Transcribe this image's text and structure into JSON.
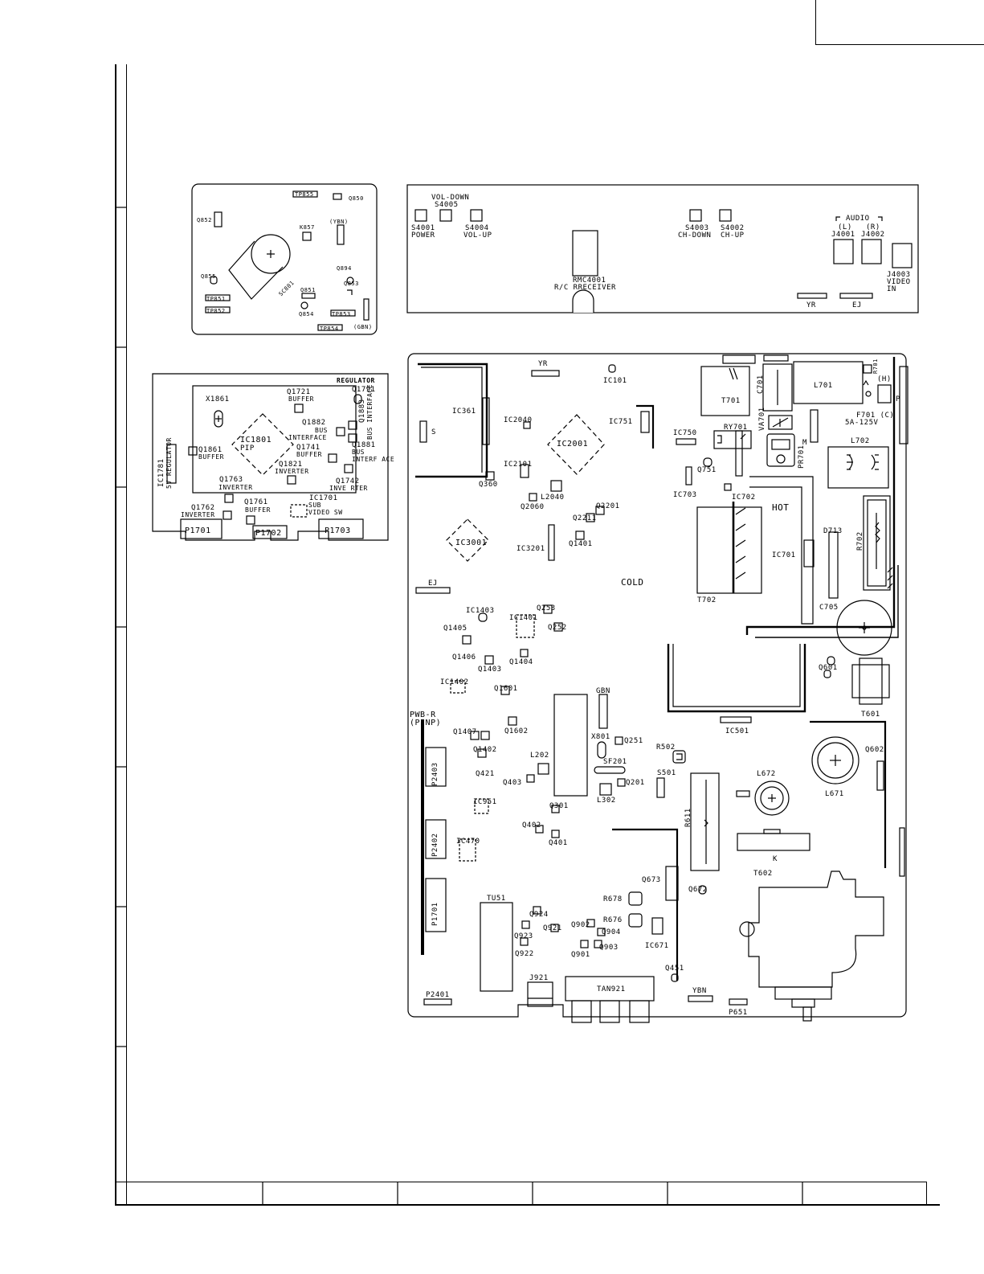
{
  "colors": {
    "line": "#000000",
    "background": "#ffffff"
  },
  "small_board": {
    "labels": {
      "tp855": "TP855",
      "q850": "Q850",
      "q852": "Q852",
      "k857": "K857",
      "ybn": "(YBN)",
      "q894": "Q894",
      "q855": "Q855",
      "q851": "Q851",
      "q853": "Q853",
      "tp851": "TP851",
      "tp852": "TP852",
      "q854": "Q854",
      "tp853": "TP853",
      "tp854": "TP854",
      "gbn": "(GBN)",
      "sc801": "SC801"
    }
  },
  "ctrl_board": {
    "labels": {
      "vol_down": "VOL-DOWN",
      "s4005": "S4005",
      "s4001": "S4001",
      "power": "POWER",
      "s4004": "S4004",
      "vol_up": "VOL-UP",
      "rmc": "RMC4001",
      "rc": "R/C RRECEIVER",
      "s4003": "S4003",
      "ch_down": "CH-DOWN",
      "s4002": "S4002",
      "ch_up": "CH-UP",
      "audio": "AUDIO",
      "l": "(L)",
      "r": "(R)",
      "j4001": "J4001",
      "j4002": "J4002",
      "j4003": "J4003",
      "video": "VIDEO",
      "in": "IN",
      "yr": "YR",
      "ej": "EJ"
    }
  },
  "pip_board": {
    "labels": {
      "regulator": "REGULATOR",
      "q1791": "Q1791",
      "x1861": "X1861",
      "q1721": "Q1721",
      "buffer1": "BUFFER",
      "q1883": "Q1883",
      "bus_interface_v": "BUS INTERFACE",
      "q1882": "Q1882",
      "bus1": "BUS",
      "interface1": "INTERFACE",
      "ic1801": "IC1801",
      "pip": "PIP",
      "q1741": "Q1741",
      "buffer2": "BUFFER",
      "q1881": "Q1881",
      "bus2": "BUS",
      "interf2": "INTERF ACE",
      "ic1781": "IC1781",
      "reg5v": "5V REGULATOR",
      "q1861": "Q1861",
      "buffer3": "BUFFER",
      "q1821": "Q1821",
      "inverter1": "INVERTER",
      "q1763": "Q1763",
      "inverter2": "INVERTER",
      "q1742": "Q1742",
      "inverter3": "INVE RTER",
      "q1762": "Q1762",
      "inverter4": "INVERTER",
      "q1761": "Q1761",
      "buffer4": "BUFFER",
      "ic1701": "IC1701",
      "sub": "SUB",
      "video_sw": "VIDEO SW",
      "p1701": "P1701",
      "p1702": "P1702",
      "p1703": "P1703"
    }
  },
  "main_board": {
    "labels": {
      "yr": "YR",
      "ic101": "IC101",
      "ic361": "IC361",
      "s": "S",
      "ic2040": "IC2040",
      "ic751": "IC751",
      "ic2001": "IC2001",
      "t701": "T701",
      "c701": "C701",
      "l701": "L701",
      "fh": "(H)",
      "p": "P",
      "f701": "F701 (C)",
      "f701_rating": "5A-125V",
      "va701": "VA701",
      "ic750": "IC750",
      "ry701": "RY701",
      "m": "M",
      "l702": "L702",
      "pr701": "PR701",
      "ic2101": "IC2101",
      "q751": "Q751",
      "q360": "Q360",
      "l2040": "L2040",
      "ic703": "IC703",
      "ic702": "IC702",
      "q2060": "Q2060",
      "q2201": "Q2201",
      "q2211": "Q2211",
      "hot": "HOT",
      "ic3001": "IC3001",
      "ic3201": "IC3201",
      "q1401": "Q1401",
      "d713": "D713",
      "r702": "R702",
      "ic701": "IC701",
      "cold": "COLD",
      "ej": "EJ",
      "t702": "T702",
      "c705": "C705",
      "ic1403": "IC1403",
      "q253": "Q253",
      "ic1401": "IC1401",
      "q1405": "Q1405",
      "q252": "Q252",
      "q1406": "Q1406",
      "q1404": "Q1404",
      "q1403": "Q1403",
      "q601": "Q601",
      "ic1402": "IC1402",
      "q1601": "Q1601",
      "gbn": "GBN",
      "t601": "T601",
      "pwb_r": "PWB-R",
      "pinp": "(PINP)",
      "q1602": "Q1602",
      "ic501": "IC501",
      "q1407": "Q1407",
      "q1402": "Q1402",
      "x801": "X801",
      "q251": "Q251",
      "r502": "R502",
      "q602": "Q602",
      "l202": "L202",
      "sf201": "SF201",
      "s501": "S501",
      "l672": "L672",
      "p2403": "P2403",
      "q421": "Q421",
      "q403": "Q403",
      "l302": "L302",
      "q201": "Q201",
      "l671": "L671",
      "ic951": "IC951",
      "q301": "Q301",
      "r611": "R611",
      "q402": "Q402",
      "k": "K",
      "p2402": "P2402",
      "q401": "Q401",
      "ic470": "IC470",
      "t602": "T602",
      "q673": "Q673",
      "q672": "Q672",
      "p1701": "P1701",
      "tu51": "TU51",
      "r678": "R678",
      "q924": "Q924",
      "r676": "R676",
      "q921": "Q921",
      "q902": "Q902",
      "q904": "Q904",
      "q923": "Q923",
      "ic671": "IC671",
      "q922": "Q922",
      "q901": "Q901",
      "q903": "Q903",
      "q451": "Q451",
      "p2401": "P2401",
      "j921": "J921",
      "tan921": "TAN921",
      "ybn": "YBN",
      "p651": "P651",
      "r701": "R701"
    }
  }
}
